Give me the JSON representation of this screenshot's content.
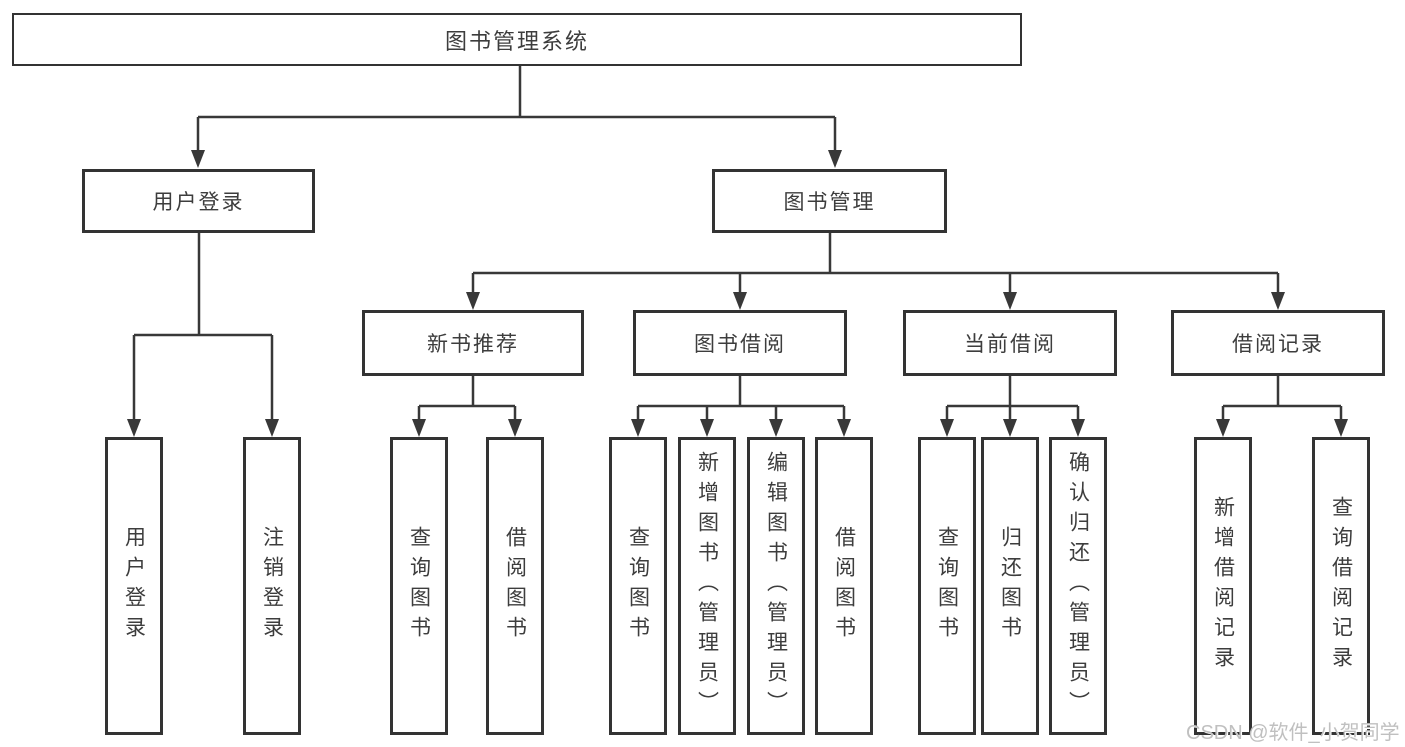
{
  "diagram": {
    "root": {
      "label": "图书管理系统"
    },
    "level2": {
      "user_login": {
        "label": "用户登录"
      },
      "book_management": {
        "label": "图书管理"
      }
    },
    "level3": {
      "new_book_recommend": {
        "label": "新书推荐"
      },
      "book_borrow": {
        "label": "图书借阅"
      },
      "current_borrow": {
        "label": "当前借阅"
      },
      "borrow_records": {
        "label": "借阅记录"
      }
    },
    "leaves": {
      "user": [
        "用户登录",
        "注销登录"
      ],
      "recommend": [
        "查询图书",
        "借阅图书"
      ],
      "borrow": [
        "查询图书",
        "新增图书（管理员）",
        "编辑图书（管理员）",
        "借阅图书"
      ],
      "current": [
        "查询图书",
        "归还图书",
        "确认归还（管理员）"
      ],
      "records": [
        "新增借阅记录",
        "查询借阅记录"
      ]
    }
  },
  "watermark": "CSDN @软件_小贺同学",
  "colors": {
    "line": "#383838",
    "border": "#333333",
    "text": "#3d3d3d",
    "watermark": "#c0c0c0",
    "background": "#ffffff"
  }
}
